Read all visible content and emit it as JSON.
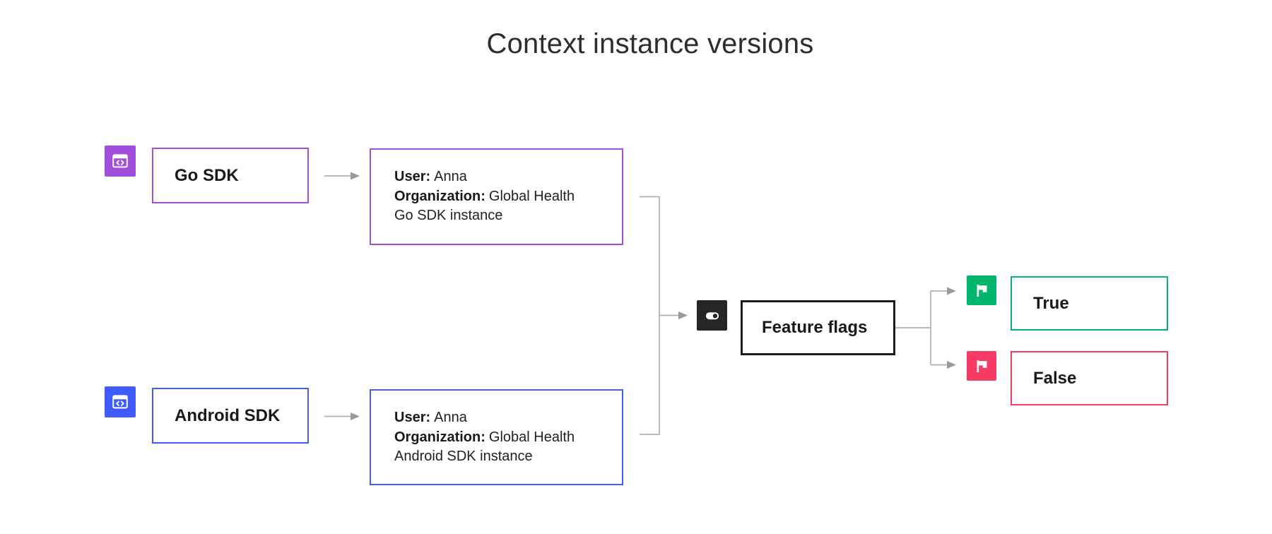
{
  "title": "Context instance versions",
  "colors": {
    "purple": "#a34fde",
    "blue": "#405bff",
    "green": "#00b56c",
    "pink": "#f83b65",
    "dark": "#262626",
    "connector_gray": "#b0b0b0"
  },
  "nodes": {
    "go_sdk": {
      "label": "Go SDK",
      "icon": "sdk-window-code-icon"
    },
    "go_context": {
      "user_label": "User:",
      "user_value": "Anna",
      "org_label": "Organization:",
      "org_value": "Global Health",
      "instance": "Go SDK instance"
    },
    "android_sdk": {
      "label": "Android SDK",
      "icon": "sdk-window-code-icon"
    },
    "android_context": {
      "user_label": "User:",
      "user_value": "Anna",
      "org_label": "Organization:",
      "org_value": "Global Health",
      "instance": "Android SDK instance"
    },
    "feature_flags": {
      "label": "Feature flags",
      "icon": "toggle-icon"
    },
    "true_result": {
      "label": "True",
      "icon": "flag-icon"
    },
    "false_result": {
      "label": "False",
      "icon": "flag-icon"
    }
  }
}
